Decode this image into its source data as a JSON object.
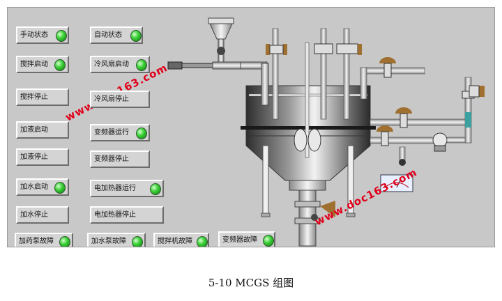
{
  "controls": [
    {
      "id": "manual",
      "label": "手动状态"
    },
    {
      "id": "auto",
      "label": "自动状态"
    },
    {
      "id": "stir-start",
      "label": "搅拌启动"
    },
    {
      "id": "fan-start",
      "label": "冷风扇启动"
    },
    {
      "id": "stir-stop",
      "label": "搅拌停止"
    },
    {
      "id": "fan-stop",
      "label": "冷风扇停止"
    },
    {
      "id": "liquid-start",
      "label": "加液启动"
    },
    {
      "id": "vfd-run",
      "label": "变频器运行"
    },
    {
      "id": "liquid-stop",
      "label": "加液停止"
    },
    {
      "id": "vfd-stop",
      "label": "变频器停止"
    },
    {
      "id": "water-start",
      "label": "加水启动"
    },
    {
      "id": "heater-run",
      "label": "电加热器运行"
    },
    {
      "id": "water-stop",
      "label": "加水停止"
    },
    {
      "id": "heater-stop",
      "label": "电加热器停止"
    },
    {
      "id": "dosing-fault",
      "label": "加药泵故障"
    },
    {
      "id": "water-pump-fault",
      "label": "加水泵故障"
    },
    {
      "id": "stirrer-fault",
      "label": "搅拌机故障"
    },
    {
      "id": "vfd-fault",
      "label": "变频器故障"
    }
  ],
  "watermark": "www.doc163.com",
  "caption": "5-10 MCGS 组图",
  "colors": {
    "panel": "#c8c8c8",
    "led": "#3ed23a",
    "watermark": "#e0001a",
    "pipe": "#d8d8d8"
  }
}
